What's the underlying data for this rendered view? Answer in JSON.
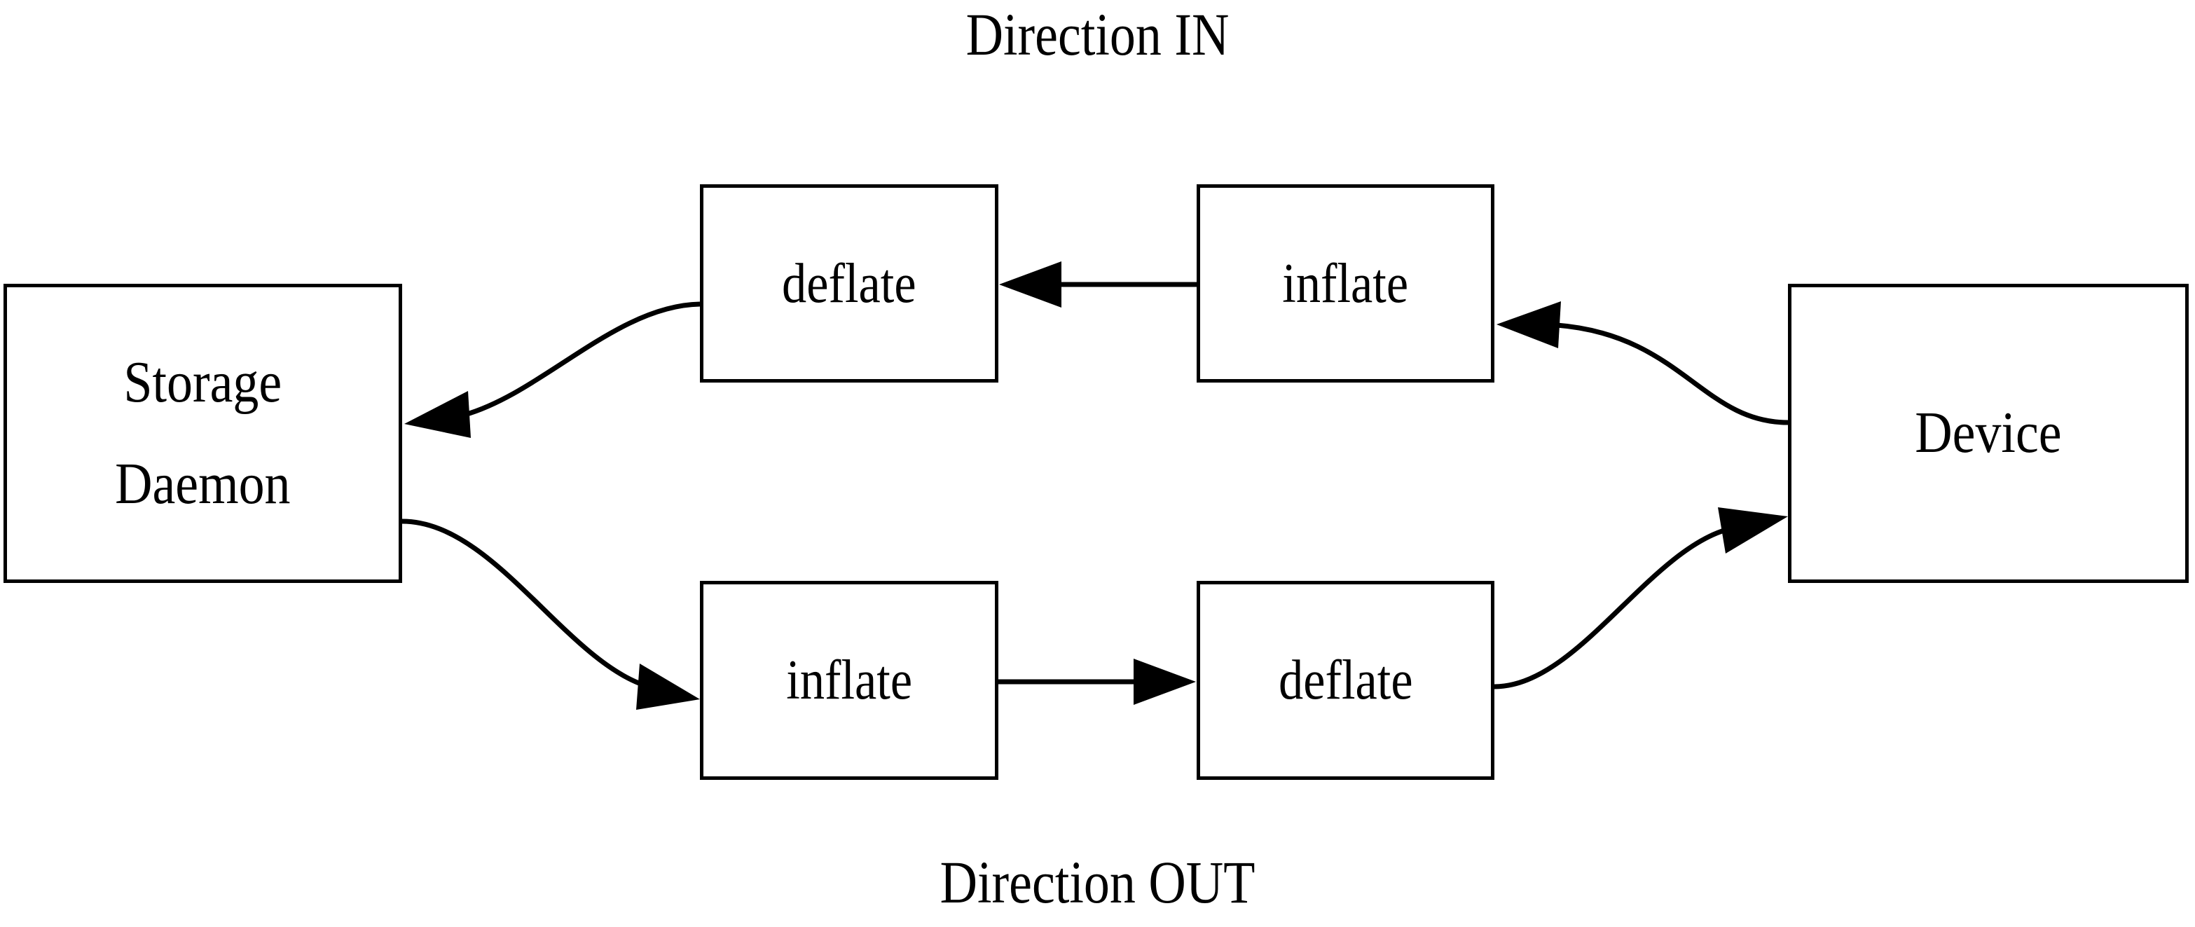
{
  "diagram": {
    "title_top": "Direction IN",
    "title_bottom": "Direction OUT",
    "accent_color": "#000000",
    "background_color": "#ffffff",
    "nodes": [
      {
        "id": "storage-daemon",
        "line1": "Storage",
        "line2": "Daemon"
      },
      {
        "id": "deflate-in",
        "label": "deflate"
      },
      {
        "id": "inflate-in",
        "label": "inflate"
      },
      {
        "id": "device",
        "label": "Device"
      },
      {
        "id": "inflate-out",
        "label": "inflate"
      },
      {
        "id": "deflate-out",
        "label": "deflate"
      }
    ],
    "edges": [
      {
        "id": "device-to-inflate-in",
        "from": "device",
        "to": "inflate-in",
        "style": "curved",
        "direction": "left"
      },
      {
        "id": "inflate-in-to-deflate-in",
        "from": "inflate-in",
        "to": "deflate-in",
        "style": "straight",
        "direction": "left"
      },
      {
        "id": "deflate-in-to-storage",
        "from": "deflate-in",
        "to": "storage-daemon",
        "style": "curved",
        "direction": "left"
      },
      {
        "id": "storage-to-inflate-out",
        "from": "storage-daemon",
        "to": "inflate-out",
        "style": "curved",
        "direction": "right"
      },
      {
        "id": "inflate-out-to-deflate-out",
        "from": "inflate-out",
        "to": "deflate-out",
        "style": "straight",
        "direction": "right"
      },
      {
        "id": "deflate-out-to-device",
        "from": "deflate-out",
        "to": "device",
        "style": "curved",
        "direction": "right"
      }
    ]
  }
}
